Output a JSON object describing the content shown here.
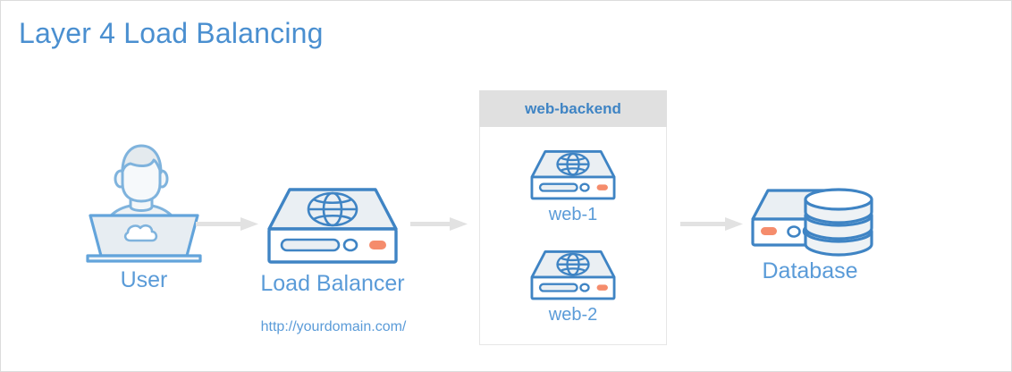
{
  "diagram": {
    "title": "Layer 4 Load Balancing",
    "title_color": "#4a8fd0",
    "background": "#ffffff",
    "border_color": "#dcdcdc",
    "accent_blue": "#5a9bd8",
    "outline_blue": "#4a8ec8",
    "fill_light": "#eef2f5",
    "led_orange": "#f58c6c",
    "arrow_gray": "#e2e2e2",
    "group_header_gray": "#e0e0e0"
  },
  "nodes": {
    "user": {
      "label": "User",
      "icon": "user-laptop-icon",
      "screen_icon": "cloud-icon"
    },
    "load_balancer": {
      "label": "Load Balancer",
      "icon": "server-globe-icon",
      "caption": "http://yourdomain.com/"
    },
    "backend_group": {
      "title": "web-backend",
      "servers": [
        {
          "label": "web-1",
          "icon": "server-globe-icon"
        },
        {
          "label": "web-2",
          "icon": "server-globe-icon"
        }
      ]
    },
    "database": {
      "label": "Database",
      "icon": "database-disk-stack-icon"
    }
  },
  "arrows": [
    {
      "name": "arrow-user-to-load-balancer",
      "from": "user",
      "to": "load_balancer"
    },
    {
      "name": "arrow-load-balancer-to-backend",
      "from": "load_balancer",
      "to": "backend_group"
    },
    {
      "name": "arrow-backend-to-database",
      "from": "backend_group",
      "to": "database"
    }
  ]
}
